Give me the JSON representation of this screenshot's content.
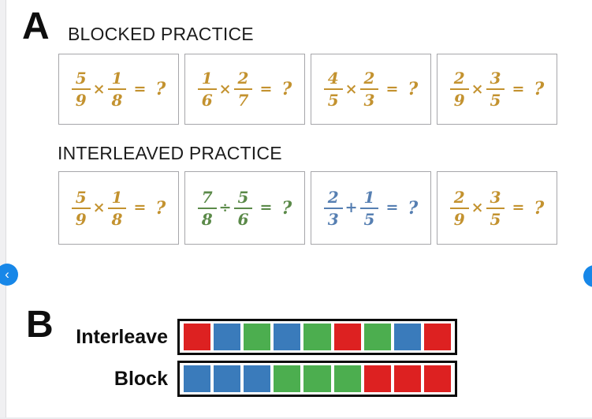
{
  "panelA": {
    "label": "A",
    "blocked_title": "BLOCKED PRACTICE",
    "interleaved_title": "INTERLEAVED PRACTICE",
    "blocked_problems": [
      {
        "num1": "5",
        "den1": "9",
        "operator": "×",
        "num2": "1",
        "den2": "8",
        "equals": "=",
        "answer": "?",
        "color_key": "gold"
      },
      {
        "num1": "1",
        "den1": "6",
        "operator": "×",
        "num2": "2",
        "den2": "7",
        "equals": "=",
        "answer": "?",
        "color_key": "gold"
      },
      {
        "num1": "4",
        "den1": "5",
        "operator": "×",
        "num2": "2",
        "den2": "3",
        "equals": "=",
        "answer": "?",
        "color_key": "gold"
      },
      {
        "num1": "2",
        "den1": "9",
        "operator": "×",
        "num2": "3",
        "den2": "5",
        "equals": "=",
        "answer": "?",
        "color_key": "gold"
      }
    ],
    "interleaved_problems": [
      {
        "num1": "5",
        "den1": "9",
        "operator": "×",
        "num2": "1",
        "den2": "8",
        "equals": "=",
        "answer": "?",
        "color_key": "gold"
      },
      {
        "num1": "7",
        "den1": "8",
        "operator": "÷",
        "num2": "5",
        "den2": "6",
        "equals": "=",
        "answer": "?",
        "color_key": "green"
      },
      {
        "num1": "2",
        "den1": "3",
        "operator": "+",
        "num2": "1",
        "den2": "5",
        "equals": "=",
        "answer": "?",
        "color_key": "blue"
      },
      {
        "num1": "2",
        "den1": "9",
        "operator": "×",
        "num2": "3",
        "den2": "5",
        "equals": "=",
        "answer": "?",
        "color_key": "gold"
      }
    ]
  },
  "panelB": {
    "label": "B",
    "rows": [
      {
        "label": "Interleave",
        "squares": [
          "red",
          "blue",
          "green",
          "blue",
          "green",
          "red",
          "green",
          "blue",
          "red"
        ]
      },
      {
        "label": "Block",
        "squares": [
          "blue",
          "blue",
          "blue",
          "green",
          "green",
          "green",
          "red",
          "red",
          "red"
        ]
      }
    ]
  },
  "nav": {
    "prev_glyph": "‹",
    "next_glyph": "›"
  },
  "colors": {
    "ink_gold": "#c3922f",
    "ink_green": "#5b8a49",
    "ink_blue": "#567fb2",
    "square_red": "#dd2121",
    "square_blue": "#3a7bbb",
    "square_green": "#4cae4f",
    "nav_blue": "#1787e8"
  }
}
